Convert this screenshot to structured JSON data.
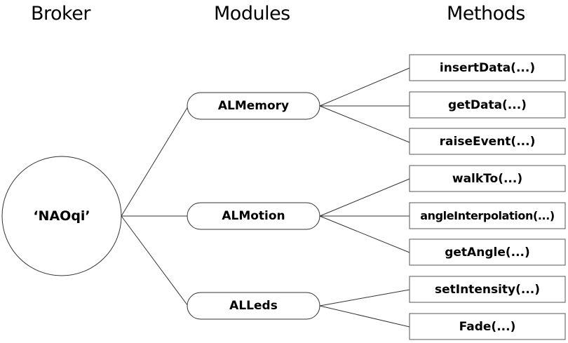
{
  "headers": {
    "broker": "Broker",
    "modules": "Modules",
    "methods": "Methods"
  },
  "broker": {
    "label": "‘NAOqi’"
  },
  "modules": [
    {
      "label": "ALMemory",
      "methods": [
        "insertData(...)",
        "getData(...)",
        "raiseEvent(...)"
      ]
    },
    {
      "label": "ALMotion",
      "methods": [
        "walkTo(...)",
        "angleInterpolation(...)",
        "getAngle(...)"
      ]
    },
    {
      "label": "ALLeds",
      "methods": [
        "setIntensity(...)",
        "Fade(...)"
      ]
    }
  ],
  "colors": {
    "stroke": "#333333",
    "box_stroke": "#555555",
    "text": "#000000"
  }
}
